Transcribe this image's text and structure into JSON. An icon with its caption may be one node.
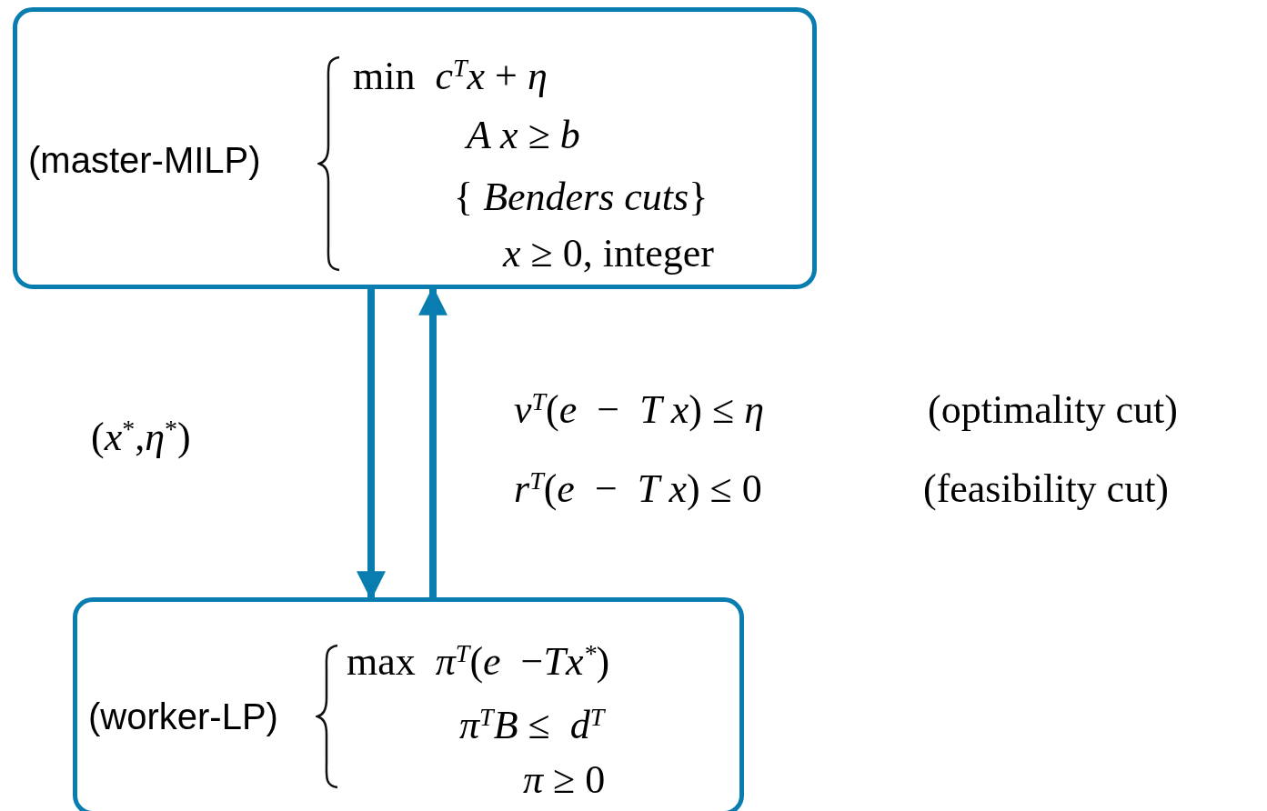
{
  "diagram": {
    "nodes": [
      {
        "text": [
          "(master-MILP)",
          "min  *c*$^{T}$*x* + *η*",
          "*A x* ≥ *b*",
          "{ *Benders cuts*}",
          "*x* ≥ 0, integer"
        ]
      },
      {
        "text": [
          "(worker-LP)",
          "max  *π*$^{T}$(*e*  −*Tx*$^{*}$)",
          "*π*$^{T}$*B* ≤  *d*$^{T}$",
          "*π* ≥ 0"
        ]
      }
    ],
    "edges": [
      {
        "from": 0,
        "to": 1,
        "arrow": "to",
        "label": "(*x*$^{*}$,*η*$^{*}$)"
      },
      {
        "from": 1,
        "to": 0,
        "arrow": "to"
      }
    ],
    "labels": [
      "*v*$^{T}$(*e*  −  *T x*) ≤ *η*",
      "(optimality cut)",
      "*r*$^{T}$(*e*  −  *T x*) ≤ 0",
      "(feasibility cut)"
    ]
  }
}
